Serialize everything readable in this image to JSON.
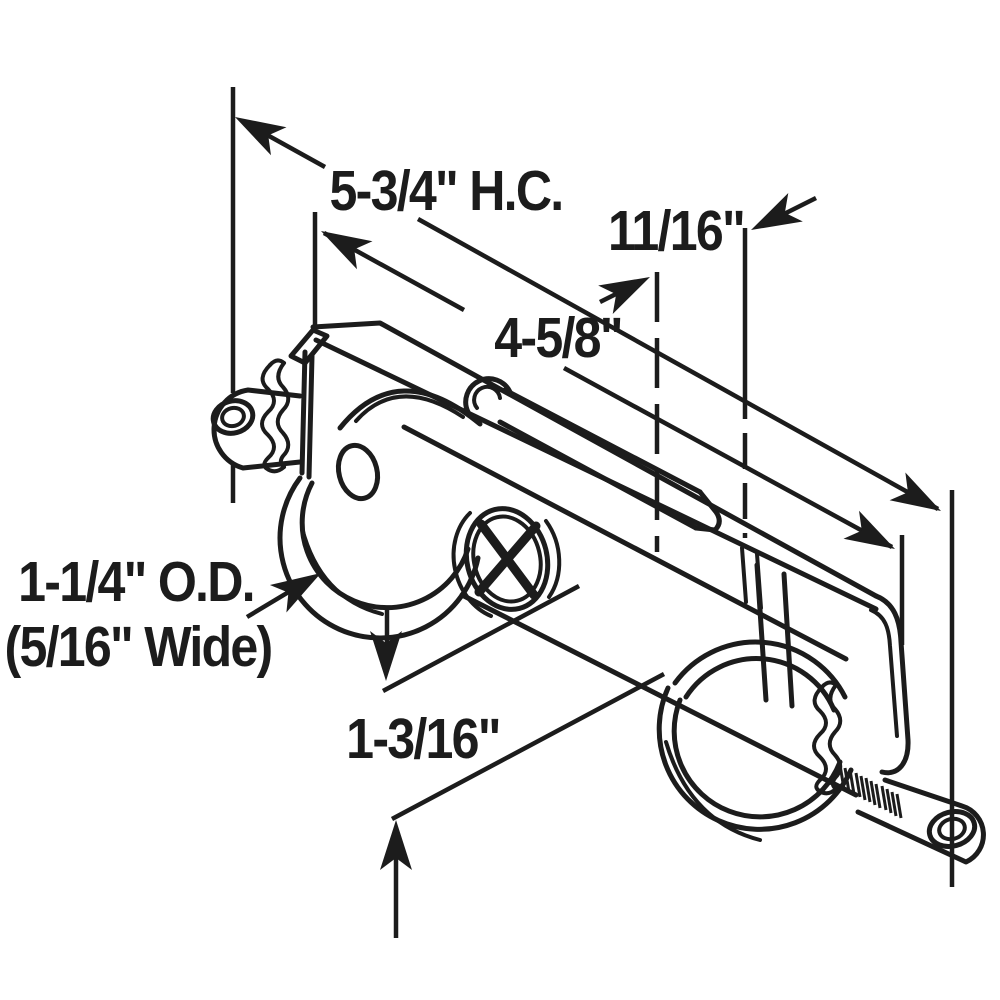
{
  "diagram": {
    "description": "Technical line drawing of a tandem sliding glass door roller assembly with dimension callouts",
    "background_color": "#ffffff",
    "line_color": "#1c1c1c"
  },
  "dimensions": {
    "hole_centers": "5-3/4\" H.C.",
    "edge_offset": "11/16\"",
    "body_length": "4-5/8\"",
    "roller_diameter": "1-1/4\" O.D.",
    "roller_width": "(5/16\" Wide)",
    "body_height": "1-3/16\""
  }
}
